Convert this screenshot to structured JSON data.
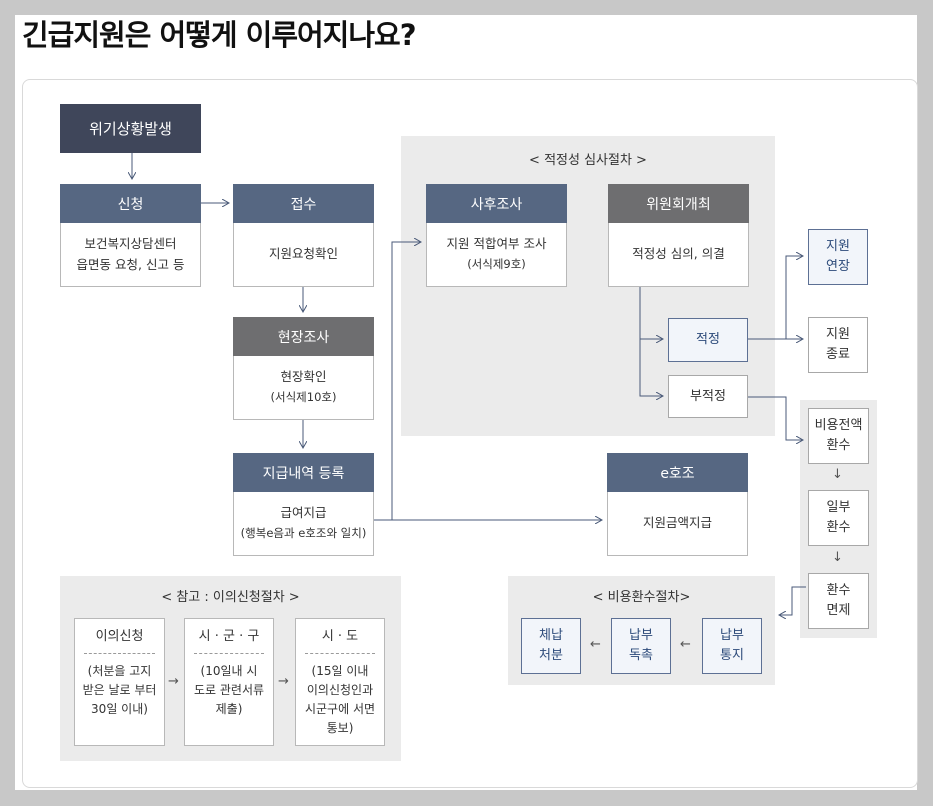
{
  "title": "긴급지원은 어떻게 이루어지나요?",
  "start": "위기상황발생",
  "apply": {
    "header": "신청",
    "line1": "보건복지상담센터",
    "line2": "읍면동 요청, 신고 등"
  },
  "receive": {
    "header": "접수",
    "line1": "지원요청확인"
  },
  "field": {
    "header": "현장조사",
    "line1": "현장확인",
    "line2": "(서식제10호)"
  },
  "payment": {
    "header": "지급내역 등록",
    "line1": "급여지급",
    "line2": "(행복e음과 e호조와 일치)"
  },
  "review": {
    "title": "< 적정성 심사절차 >",
    "post": {
      "header": "사후조사",
      "line1": "지원 적합여부 조사",
      "line2": "(서식제9호)"
    },
    "committee": {
      "header": "위원회개최",
      "line1": "적정성 심의, 의결"
    },
    "proper": "적정",
    "improper": "부적정"
  },
  "extend": {
    "line1": "지원",
    "line2": "연장"
  },
  "end": {
    "line1": "지원",
    "line2": "종료"
  },
  "ehojo": {
    "header": "e호조",
    "line1": "지원금액지급"
  },
  "refund_steps": [
    {
      "line1": "비용전액",
      "line2": "환수"
    },
    {
      "line1": "일부",
      "line2": "환수"
    },
    {
      "line1": "환수",
      "line2": "면제"
    }
  ],
  "down_arrow": "↓",
  "refund": {
    "title": "< 비용환수절차>",
    "notice": {
      "line1": "납부",
      "line2": "통지"
    },
    "urge": {
      "line1": "납부",
      "line2": "독촉"
    },
    "dispose": {
      "line1": "체납",
      "line2": "처분"
    },
    "arrow": "←"
  },
  "objection": {
    "title": "< 참고 : 이의신청절차 >",
    "arrow": "→",
    "steps": [
      {
        "header": "이의신청",
        "lines": [
          "(처분을 고지",
          "받은 날로 부터",
          "30일 이내)"
        ]
      },
      {
        "header": "시 · 군 · 구",
        "lines": [
          "(10일내 시",
          "도로 관련서류",
          "제출)"
        ]
      },
      {
        "header": "시 · 도",
        "lines": [
          "(15일 이내",
          "이의신청인과",
          "시군구에 서면",
          "통보)"
        ]
      }
    ]
  }
}
